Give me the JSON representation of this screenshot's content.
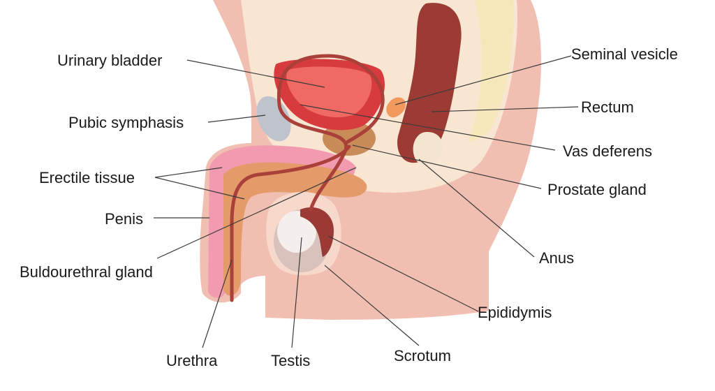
{
  "diagram": {
    "labels": {
      "urinary_bladder": "Urinary bladder",
      "pubic_symphasis": "Pubic symphasis",
      "erectile_tissue": "Erectile tissue",
      "penis": "Penis",
      "buldourethral_gland": "Buldourethral gland",
      "urethra": "Urethra",
      "testis": "Testis",
      "scrotum": "Scrotum",
      "epididymis": "Epididymis",
      "anus": "Anus",
      "prostate_gland": "Prostate gland",
      "vas_deferens": "Vas deferens",
      "rectum": "Rectum",
      "seminal_vesicle": "Seminal vesicle"
    },
    "colors": {
      "skin": "#f1bfb1",
      "skin_light": "#f7d9cc",
      "pelvis_inner": "#f9e6d2",
      "bladder": "#d73b3d",
      "bladder_inner": "#f06a63",
      "rectum": "#9c3b33",
      "prostate": "#c98b57",
      "vessel": "#a9403a",
      "bone": "#bfc4cc",
      "erectile": "#e59a6a",
      "testis_light": "#f4efec",
      "testis_dark": "#9b6e64"
    }
  }
}
